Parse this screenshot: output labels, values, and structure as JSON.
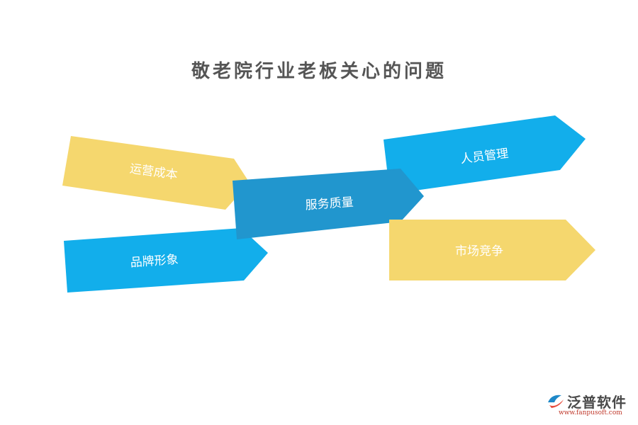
{
  "title": "敬老院行业老板关心的问题",
  "colors": {
    "yellow": "#F5D76E",
    "light_blue": "#12AEEB",
    "dark_blue": "#2196CE",
    "title": "#555555"
  },
  "arrows": {
    "operating_cost": "运营成本",
    "brand_image": "品牌形象",
    "service_quality": "服务质量",
    "personnel_management": "人员管理",
    "market_competition": "市场竞争"
  },
  "logo": {
    "name": "泛普软件",
    "url": "www.fanpusoft.com"
  }
}
